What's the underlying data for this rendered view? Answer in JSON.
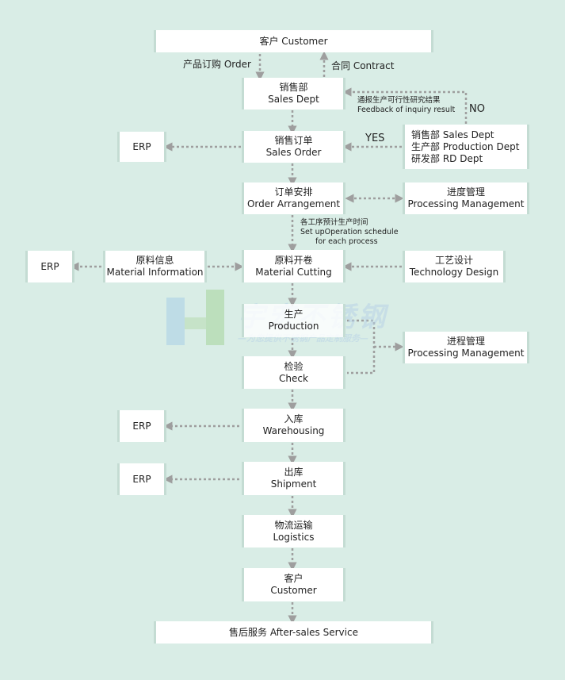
{
  "nodes": {
    "customer_top": [
      "客户 Customer"
    ],
    "sales_dept": [
      "销售部",
      "Sales Dept"
    ],
    "depts": [
      "销售部 Sales Dept",
      "生产部 Production Dept",
      "研发部 RD Dept"
    ],
    "erp1": [
      "ERP"
    ],
    "sales_order": [
      "销售订单",
      "Sales Order"
    ],
    "order_arrangement": [
      "订单安排",
      "Order Arrangement"
    ],
    "processing_mgmt1": [
      "进度管理",
      "Processing Management"
    ],
    "erp2": [
      "ERP"
    ],
    "material_info": [
      "原料信息",
      "Material Information"
    ],
    "material_cutting": [
      "原料开卷",
      "Material Cutting"
    ],
    "technology_design": [
      "工艺设计",
      "Technology Design"
    ],
    "production": [
      "生产",
      "Production"
    ],
    "processing_mgmt2": [
      "进程管理",
      "Processing Management"
    ],
    "check": [
      "检验",
      "Check"
    ],
    "erp3": [
      "ERP"
    ],
    "warehousing": [
      "入库",
      "Warehousing"
    ],
    "erp4": [
      "ERP"
    ],
    "shipment": [
      "出库",
      "Shipment"
    ],
    "logistics": [
      "物流运输",
      "Logistics"
    ],
    "customer_bottom": [
      "客户",
      "Customer"
    ],
    "after_sales": [
      "售后服务 After-sales Service"
    ]
  },
  "labels": {
    "order": "产品订购 Order",
    "contract": "合同 Contract",
    "feedback_cn": "通报生产可行性研究结果",
    "feedback_en": "Feedback of inquiry result",
    "no": "NO",
    "yes": "YES",
    "schedule_1": "各工序预计生产时间",
    "schedule_2": "Set upOperation schedule",
    "schedule_3": "for each process"
  },
  "watermark": {
    "title": "宇宏不锈钢",
    "subtitle": "—为您提供不锈钢产品定制服务—"
  },
  "colors": {
    "background": "#d9ede6",
    "box": "#ffffff",
    "box_edge": "#c4dcd3",
    "arrow": "#9e9e9e"
  }
}
